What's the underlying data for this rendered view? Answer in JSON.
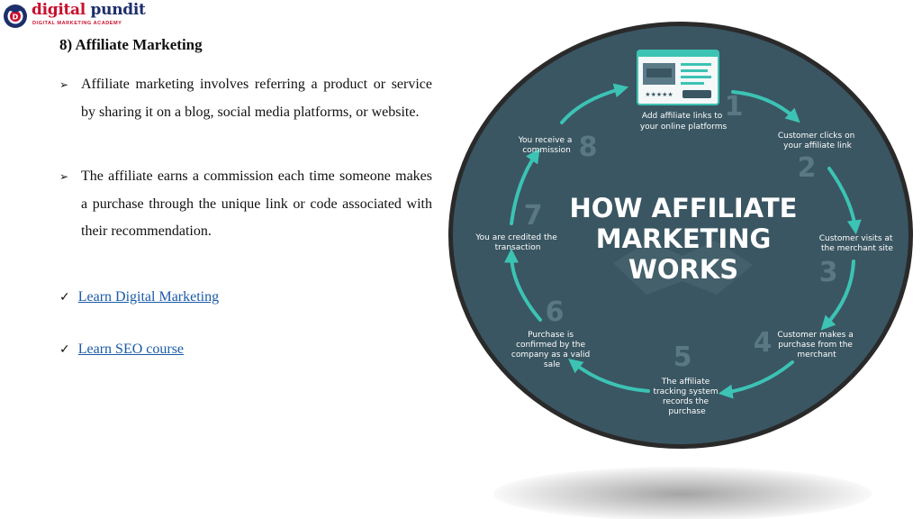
{
  "logo": {
    "brand_word1": "digital",
    "brand_word2": "pundit",
    "tagline": "DIGITAL MARKETING ACADEMY",
    "colors": {
      "red": "#c8102e",
      "navy": "#1c2f6b"
    }
  },
  "content": {
    "heading": "8) Affiliate Marketing",
    "bullets": [
      "Affiliate marketing involves referring a product or service by sharing it on a blog, social media platforms, or website.",
      "The affiliate earns a commission each time someone makes a purchase through the unique link or code associated with their recommendation."
    ],
    "links": [
      "Learn Digital Marketing",
      "Learn SEO course"
    ]
  },
  "infographic": {
    "title_line1": "HOW AFFILIATE",
    "title_line2": "MARKETING",
    "title_line3": "WORKS",
    "steps": [
      {
        "num": "1",
        "lines": [
          "Add affiliate links to",
          "your online platforms"
        ]
      },
      {
        "num": "2",
        "lines": [
          "Customer clicks on",
          "your affiliate link"
        ]
      },
      {
        "num": "3",
        "lines": [
          "Customer visits at",
          "the merchant site"
        ]
      },
      {
        "num": "4",
        "lines": [
          "Customer makes a",
          "purchase from the",
          "merchant"
        ]
      },
      {
        "num": "5",
        "lines": [
          "The affiliate",
          "tracking system",
          "records the",
          "purchase"
        ]
      },
      {
        "num": "6",
        "lines": [
          "Purchase is",
          "confirmed by the",
          "company as a valid",
          "sale"
        ]
      },
      {
        "num": "7",
        "lines": [
          "You are credited the",
          "transaction"
        ]
      },
      {
        "num": "8",
        "lines": [
          "You receive a",
          "commission"
        ]
      }
    ],
    "colors": {
      "background": "#3a5662",
      "rim": "#2c2c2c",
      "arrow": "#3cc3b4",
      "number": "#5a7884",
      "text": "#ffffff"
    }
  }
}
